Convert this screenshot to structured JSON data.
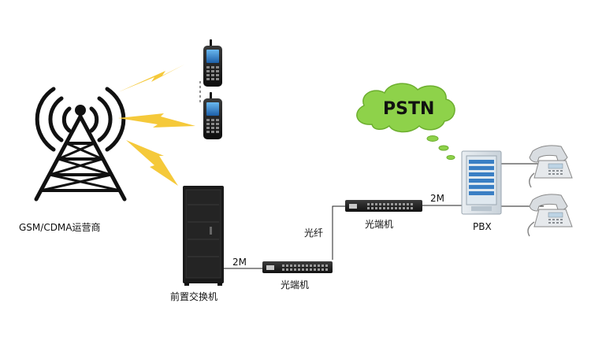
{
  "labels": {
    "tower": "GSM/CDMA运营商",
    "front_switch": "前置交换机",
    "optical_lower": "光端机",
    "optical_upper": "光端机",
    "fiber": "光纤",
    "link_lower": "2M",
    "link_upper": "2M",
    "pbx": "PBX",
    "pstn": "PSTN"
  },
  "icons": {
    "tower": "cell-tower-icon",
    "phone": "mobile-phone-icon",
    "lightning": "lightning-bolt-icon",
    "rack": "server-rack-icon",
    "optical": "optical-transceiver-icon",
    "pbx": "pbx-cabinet-icon",
    "telephone": "desk-telephone-icon",
    "cloud": "cloud-icon"
  },
  "colors": {
    "lightning": "#f5c93a",
    "cloud": "#8ed24a",
    "cloud_border": "#6cae2e",
    "tower": "#111111",
    "rack": "#1a1a1a",
    "pbx_accent": "#3a7fc4",
    "line": "#222222"
  }
}
